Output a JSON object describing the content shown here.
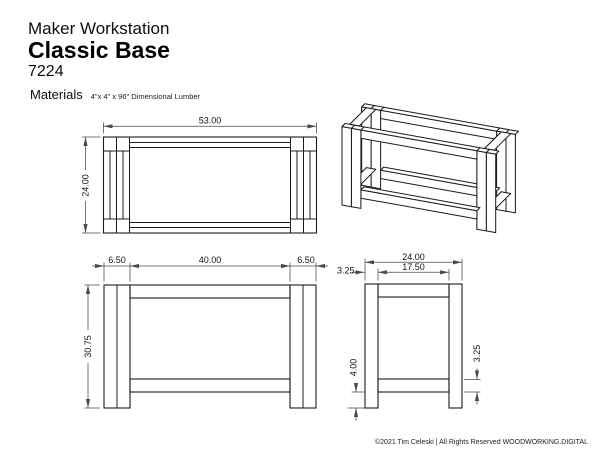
{
  "header": {
    "product_line": "Maker Workstation",
    "title": "Classic Base",
    "model": "7224"
  },
  "materials": {
    "label": "Materials",
    "spec": "4\"x 4\" x 96\" Dimensional Lumber"
  },
  "dims": {
    "top": {
      "width": "53.00",
      "depth": "24.00"
    },
    "front": {
      "left_leg": "6.50",
      "span": "40.00",
      "right_leg": "6.50",
      "height": "30.75"
    },
    "side": {
      "overall": "24.00",
      "inner": "17.50",
      "leg": "3.25",
      "rail": "3.25",
      "clearance": "4.00"
    }
  },
  "footer": {
    "copyright": "©2021 Tim Celeski | All Rights Reserved WOODWORKING.DIGITAL"
  },
  "colors": {
    "line": "#1c1c1c",
    "dim": "#4a4a4a",
    "background": "#ffffff"
  }
}
